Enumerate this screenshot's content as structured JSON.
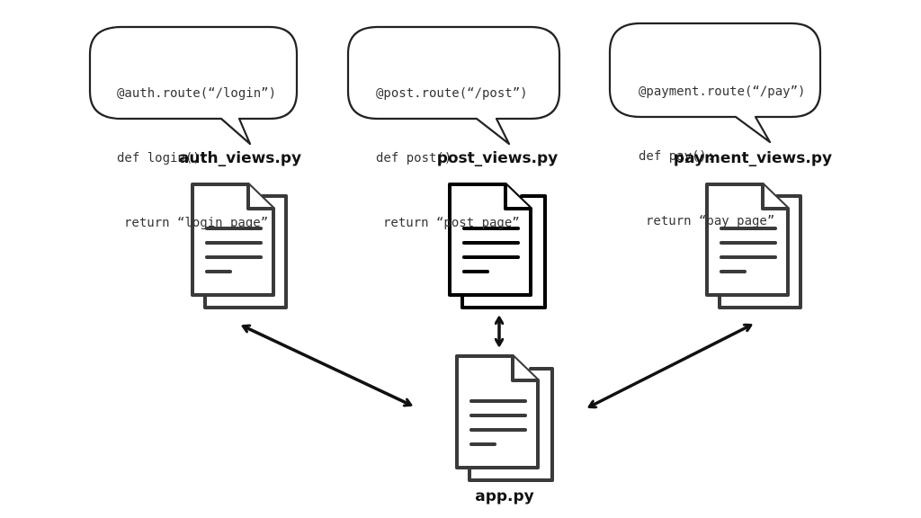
{
  "files": {
    "auth": {
      "name": "auth_views.py",
      "code": [
        "@auth.route(“/login”)",
        "def login():",
        "return “login page”"
      ]
    },
    "post": {
      "name": "post_views.py",
      "code": [
        "@post.route(“/post”)",
        "def post():",
        "return “post page”"
      ]
    },
    "payment": {
      "name": "payment_views.py",
      "code": [
        "@payment.route(“/pay”)",
        "def pay():",
        "return “pay page”"
      ]
    },
    "app": {
      "name": "app.py"
    }
  },
  "colors": {
    "stroke_normal": "#3a3a3a",
    "stroke_highlight": "#000000",
    "arrow": "#111111"
  },
  "icons": {
    "file": "document-stack-icon",
    "arrow": "double-headed-arrow-icon"
  }
}
